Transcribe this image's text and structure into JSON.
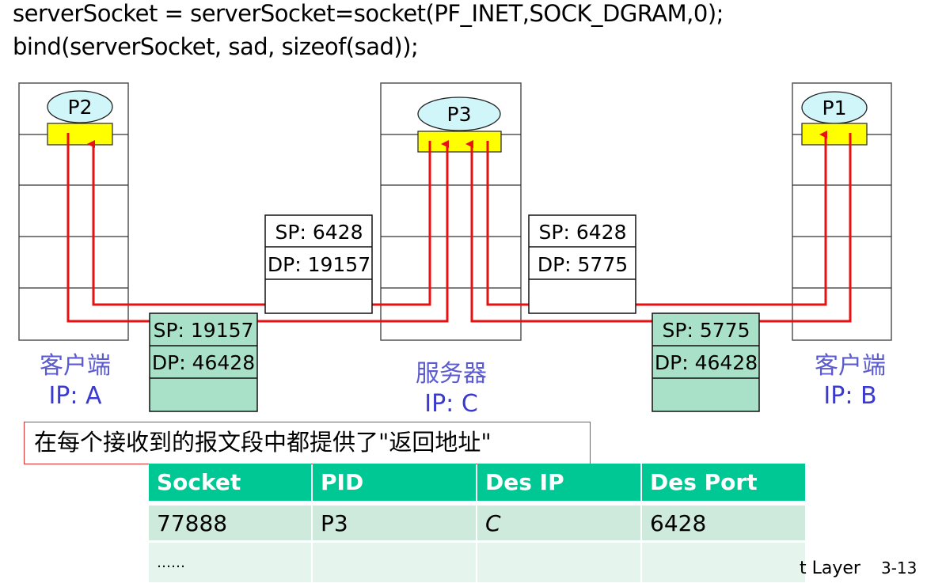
{
  "code": {
    "line1": "serverSocket = serverSocket=socket(PF_INET,SOCK_DGRAM,0);",
    "line2": "bind(serverSocket, sad, sizeof(sad));"
  },
  "hosts": {
    "left": {
      "process": "P2",
      "role": "客户端",
      "ip": "IP: A"
    },
    "center": {
      "process": "P3",
      "role": "服务器",
      "ip": "IP: C"
    },
    "right": {
      "process": "P1",
      "role": "客户端",
      "ip": "IP: B"
    }
  },
  "segments": {
    "server_to_a": {
      "sp": "SP: 6428",
      "dp": "DP: 19157"
    },
    "server_to_b": {
      "sp": "SP: 6428",
      "dp": "DP: 5775"
    },
    "a_to_server": {
      "sp": "SP: 19157",
      "dp": "DP: 46428"
    },
    "b_to_server": {
      "sp": "SP: 5775",
      "dp": "DP: 46428"
    }
  },
  "colors": {
    "arrow": "#e81010",
    "socket": "#ffff00",
    "process": "#d0f6fa",
    "incoming_segment": "#a8e0c8",
    "table_header": "#00c894",
    "host_label": "#3a3ad0"
  },
  "note": "在每个接收到的报文段中都提供了\"返回地址\"",
  "socket_table": {
    "headers": [
      "Socket",
      "PID",
      "Des IP",
      "Des Port"
    ],
    "rows": [
      [
        "77888",
        "P3",
        "C",
        "6428"
      ],
      [
        "……",
        "",
        "",
        ""
      ]
    ]
  },
  "footer": {
    "title": "t Layer",
    "page": "3-13"
  }
}
